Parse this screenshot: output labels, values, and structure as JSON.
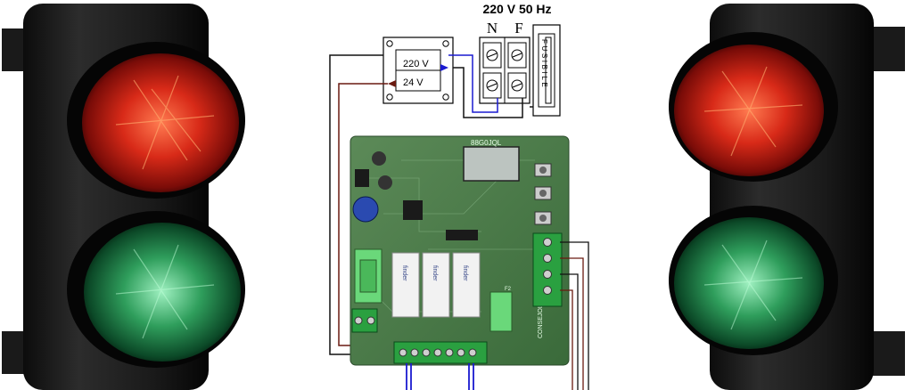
{
  "supply": {
    "title": "220 V 50 Hz",
    "neutral": "N",
    "phase": "F",
    "fuse_label": "FUSIBILE"
  },
  "transformer": {
    "primary": "220 V",
    "secondary": "24 V"
  },
  "board": {
    "chip_label": "88G0JQL",
    "side_label": "CONSEJOL",
    "relay_labels": [
      "finder",
      "finder",
      "finder"
    ],
    "fuse_label": "F2"
  },
  "traffic_lights": [
    {
      "position": "left",
      "colors": [
        "red",
        "green"
      ]
    },
    {
      "position": "right",
      "colors": [
        "red",
        "green"
      ]
    }
  ],
  "colors": {
    "wire_blue": "#1a1ad0",
    "wire_brown": "#6a1a10",
    "wire_black": "#111111",
    "board_green": "#3f6b3c",
    "lamp_red": "#e03020",
    "lamp_green": "#2fa060"
  }
}
